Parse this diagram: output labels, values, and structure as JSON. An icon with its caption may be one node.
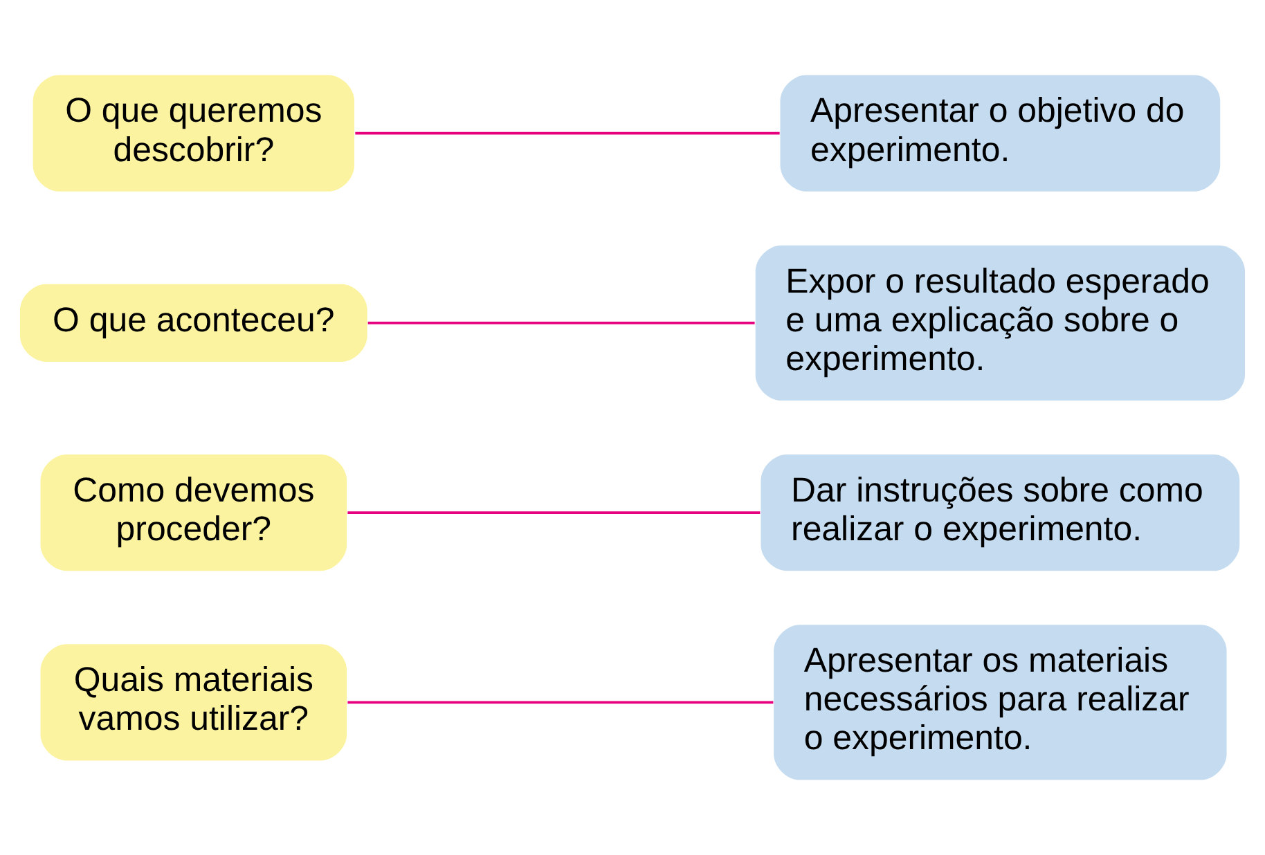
{
  "diagram": {
    "nodes": [
      {
        "text": [
          "Quais materiais vamos utilizar?"
        ]
      },
      {
        "text": [
          "Como devemos proceder?"
        ]
      },
      {
        "text": [
          "O que aconteceu?"
        ]
      },
      {
        "text": [
          "O que queremos descobrir?"
        ]
      },
      {
        "text": [
          "Expor o resultado esperado e uma explicação sobre o experimento."
        ]
      },
      {
        "text": [
          "Apresentar os materiais necessários para realizar o experimento."
        ]
      },
      {
        "text": [
          "Apresentar o objetivo do experimento."
        ]
      },
      {
        "text": [
          "Dar instruções sobre como realizar o experimento."
        ]
      }
    ],
    "edges": [
      {
        "from": 0,
        "to": 5,
        "arrow": "none",
        "color": "#e6007e"
      },
      {
        "from": 1,
        "to": 7,
        "arrow": "none",
        "color": "#e6007e"
      },
      {
        "from": 2,
        "to": 4,
        "arrow": "none",
        "color": "#e6007e"
      },
      {
        "from": 3,
        "to": 6,
        "arrow": "none",
        "color": "#e6007e"
      }
    ]
  }
}
